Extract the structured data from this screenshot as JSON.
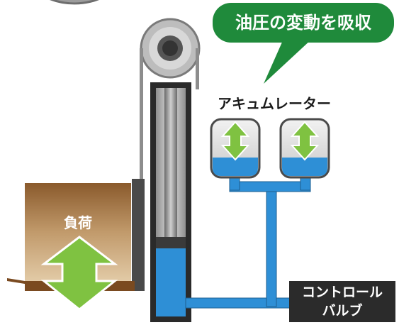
{
  "callout": {
    "text": "油圧の変動を吸収",
    "bg": "#1f8a3b"
  },
  "accumulator": {
    "label": "アキュムレーター"
  },
  "load": {
    "label": "負荷"
  },
  "control_valve": {
    "line1": "コントロール",
    "line2": "バルブ"
  },
  "colors": {
    "oil": "#2e8fd6",
    "arrow": "#7fc241",
    "cylinder_dark": "#2a2a2a",
    "box_wood": "#a37443",
    "valve_bg": "#2b2b2b"
  }
}
